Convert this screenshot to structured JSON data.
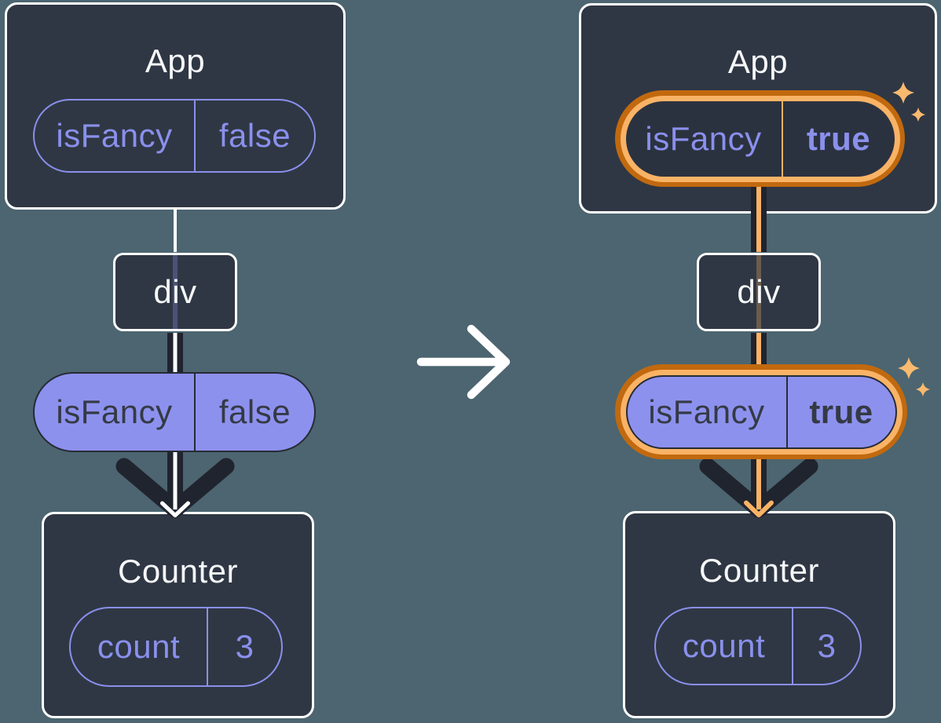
{
  "left_diagram": {
    "app": {
      "title": "App",
      "prop": {
        "name": "isFancy",
        "value": "false"
      }
    },
    "div": {
      "label": "div"
    },
    "passed_prop": {
      "name": "isFancy",
      "value": "false"
    },
    "counter": {
      "title": "Counter",
      "state": {
        "name": "count",
        "value": "3"
      }
    }
  },
  "right_diagram": {
    "app": {
      "title": "App",
      "prop": {
        "name": "isFancy",
        "value": "true"
      }
    },
    "div": {
      "label": "div"
    },
    "passed_prop": {
      "name": "isFancy",
      "value": "true"
    },
    "counter": {
      "title": "Counter",
      "state": {
        "name": "count",
        "value": "3"
      }
    }
  },
  "icons": {
    "transition": "arrow-right-icon",
    "highlight": "sparkles-icon",
    "flow": "arrow-down-icon"
  },
  "colors": {
    "background": "#4C6570",
    "card_background": "#2F3744",
    "card_border": "#FFFFFF",
    "purple_accent": "#8A90EC",
    "purple_fill": "#8D91EE",
    "dark_text": "#343A44",
    "dark_line": "#20242E",
    "orange_dark": "#C1690F",
    "orange_light": "#F9B366",
    "white": "#FFFFFF"
  }
}
